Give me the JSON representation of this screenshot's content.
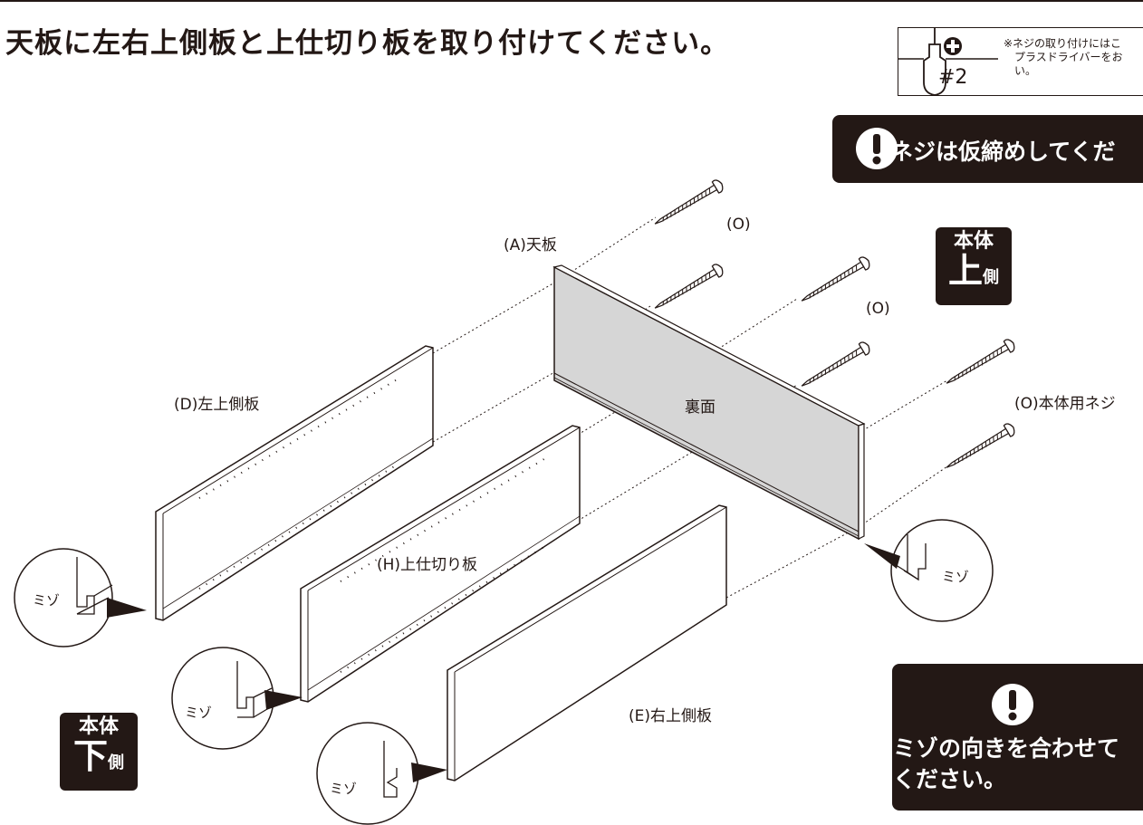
{
  "title": "天板に左右上側板と上仕切り板を取り付けてください。",
  "tool_note": {
    "screwdriver_size": "#2",
    "note_lines": "※ネジの取り付けにはこ\n　プラスドライバーをお\n　い。"
  },
  "warning_top": "ネジは仮締めしてくだ",
  "warning_bottom": "ミゾの向きを合わせて\nください。",
  "badge_top": {
    "line1": "本体",
    "big": "上",
    "small": "側"
  },
  "badge_bottom": {
    "line1": "本体",
    "big": "下",
    "small": "側"
  },
  "parts": {
    "top_board": "(A)天板",
    "back_face": "裏面",
    "left_upper_side": "(D)左上側板",
    "upper_partition": "(H)上仕切り板",
    "right_upper_side": "(E)右上側板",
    "screw_label_1": "(O)",
    "screw_label_2": "(O)",
    "screw_name": "(O)本体用ネジ"
  },
  "groove_label": "ミゾ",
  "colors": {
    "dark": "#231815",
    "panel_shade": "#d6d6d6",
    "white": "#ffffff"
  }
}
